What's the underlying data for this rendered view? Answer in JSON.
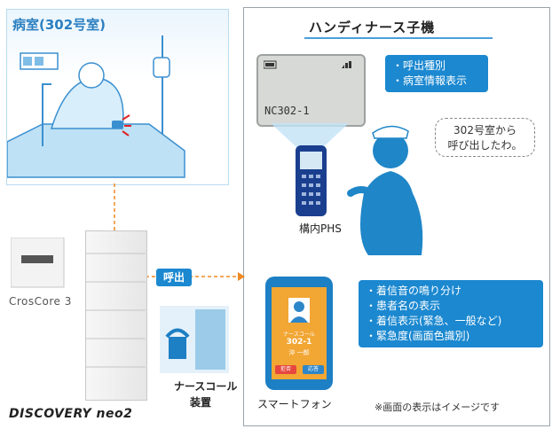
{
  "room": {
    "title": "病室(302号室)"
  },
  "handy": {
    "title": "ハンディナース子機"
  },
  "phs": {
    "screen_text": "NC302-1",
    "label": "構内PHS",
    "callout": [
      "・呼出種別",
      "・病室情報表示"
    ]
  },
  "speech": {
    "line1": "302号室から",
    "line2": "呼び出したわ。"
  },
  "smartphone": {
    "label": "スマートフォン",
    "screen_line1": "ナースコール",
    "screen_line2": "302-1",
    "screen_line3": "沖 一郎",
    "button_left": "拒否",
    "button_right": "応答",
    "callout": [
      "・着信音の鳴り分け",
      "・患者名の表示",
      "・着信表示(緊急、一般など)",
      "・緊急度(画面色識別)"
    ]
  },
  "call_label": "呼出",
  "nurse_call": {
    "label_line1": "ナースコール",
    "label_line2": "装置"
  },
  "cross_core": "CrosCore 3",
  "discovery": "DISCOVERY neo2",
  "note": "※画面の表示はイメージです"
}
